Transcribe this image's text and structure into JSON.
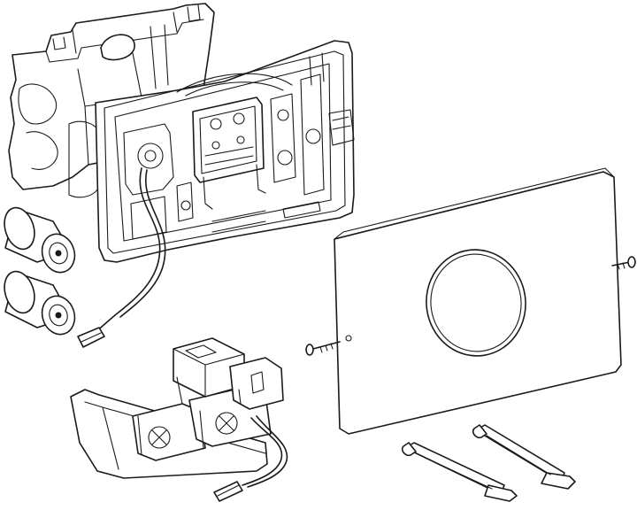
{
  "diagram": {
    "type": "exploded-assembly-drawing",
    "components": [
      "rear-frame",
      "mounting-frame",
      "batteries",
      "electronics-module",
      "actuation-plate",
      "fixing-screws",
      "actuation-rods"
    ],
    "colors": {
      "line": "#1a1a1a",
      "background": "#ffffff",
      "shade": "#d9d9d9"
    }
  }
}
